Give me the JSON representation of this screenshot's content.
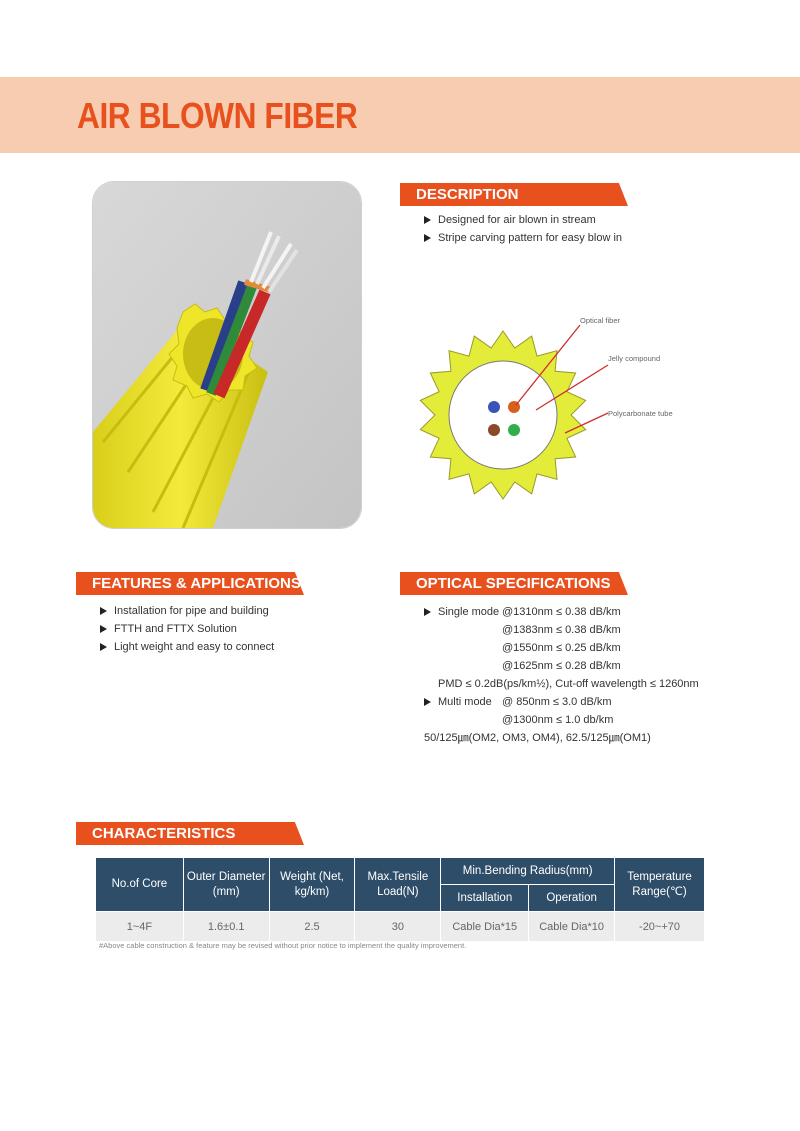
{
  "page": {
    "title": "AIR BLOWN FIBER"
  },
  "description": {
    "heading": "DESCRIPTION",
    "items": [
      "Designed for air blown in stream",
      "Stripe carving pattern for easy blow in"
    ]
  },
  "diagram": {
    "labels": {
      "fiber": "Optical fiber",
      "jelly": "Jelly compound",
      "tube": "Polycarbonate tube"
    },
    "colors": {
      "jacket": "#e4ec3a",
      "tube": "#ffffff",
      "fiber_blue": "#3a55b8",
      "fiber_orange": "#d8601e",
      "fiber_brown": "#8a4a2a",
      "fiber_green": "#2fae4a",
      "leader": "#d22d2d"
    }
  },
  "features": {
    "heading": "FEATURES & APPLICATIONS",
    "items": [
      "Installation for pipe and building",
      "FTTH and FTTX Solution",
      "Light weight and easy to connect"
    ]
  },
  "optical": {
    "heading": "OPTICAL SPECIFICATIONS",
    "single_mode": {
      "label": "Single mode",
      "lines": [
        "@1310nm ≤ 0.38 dB/km",
        "@1383nm ≤ 0.38 dB/km",
        "@1550nm ≤ 0.25 dB/km",
        "@1625nm ≤ 0.28 dB/km"
      ],
      "note": "PMD ≤ 0.2dB(ps/km½), Cut-off wavelength ≤ 1260nm"
    },
    "multi_mode": {
      "label": "Multi mode",
      "lines": [
        "@ 850nm ≤ 3.0 dB/km",
        "@1300nm ≤ 1.0 db/km"
      ],
      "note": "50/125㎛(OM2, OM3, OM4), 62.5/125㎛(OM1)"
    }
  },
  "characteristics": {
    "heading": "CHARACTERISTICS",
    "headers": {
      "core": "No.of Core",
      "outer_diameter": "Outer Diameter (mm)",
      "weight": "Weight (Net, kg/km)",
      "tensile": "Max.Tensile Load(N)",
      "bending": "Min.Bending Radius(mm)",
      "installation": "Installation",
      "operation": "Operation",
      "temperature": "Temperature Range(℃)"
    },
    "row": {
      "core": "1~4F",
      "outer_diameter": "1.6±0.1",
      "weight": "2.5",
      "tensile": "30",
      "installation": "Cable Dia*15",
      "operation": "Cable Dia*10",
      "temperature": "-20~+70"
    },
    "footnote": "#Above cable construction & feature may be revised without prior notice to implement the quality improvement."
  }
}
